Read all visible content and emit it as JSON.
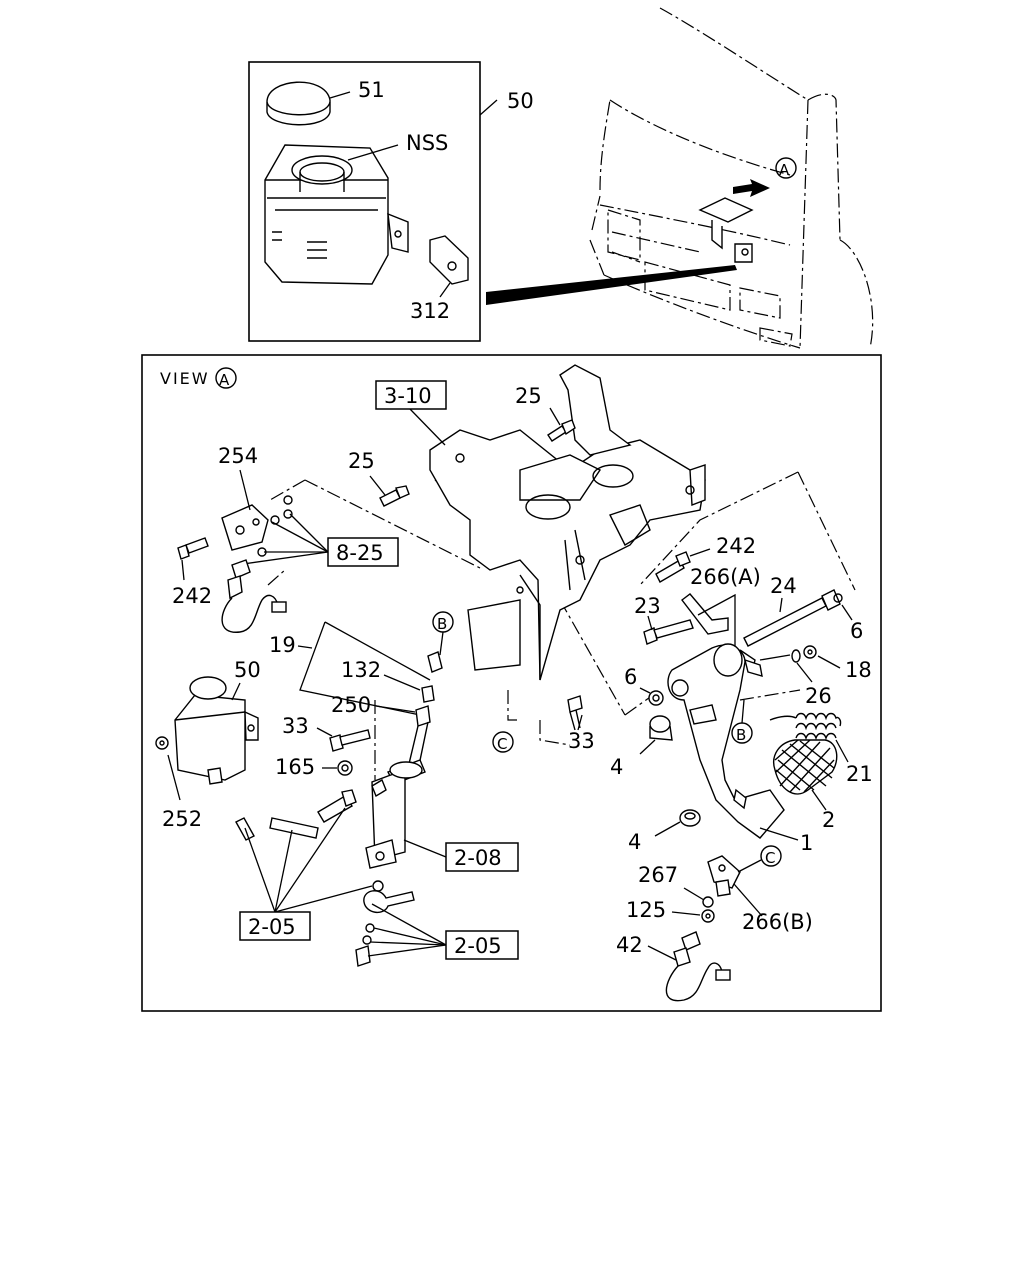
{
  "inset": {
    "labels": {
      "cap": "51",
      "reservoir": "50",
      "nss": "NSS",
      "bracket": "312"
    }
  },
  "truck": {
    "view_marker": "A"
  },
  "view": {
    "title": "VIEW",
    "marker": "A",
    "callouts": {
      "c_242_top": "242",
      "c_266a": "266(A)",
      "c_24": "24",
      "c_23": "23",
      "c_6_right": "6",
      "c_18": "18",
      "c_26": "26",
      "c_6_mid": "6",
      "c_4_mid": "4",
      "c_33_mid": "33",
      "c_21": "21",
      "c_2": "2",
      "c_1": "1",
      "c_4_low": "4",
      "c_267": "267",
      "c_125": "125",
      "c_266b": "266(B)",
      "c_42": "42",
      "c_25_top": "25",
      "c_25_mid": "25",
      "c_254": "254",
      "c_242_left": "242",
      "c_19": "19",
      "c_132": "132",
      "c_250": "250",
      "c_50": "50",
      "c_33_left": "33",
      "c_165": "165",
      "c_252": "252"
    },
    "refs": {
      "r_3_10": "3-10",
      "r_8_25": "8-25",
      "r_2_08": "2-08",
      "r_2_05_left": "2-05",
      "r_2_05_right": "2-05"
    },
    "circles": {
      "b_top": "B",
      "b_right": "B",
      "c_left": "C",
      "c_right": "C"
    }
  }
}
